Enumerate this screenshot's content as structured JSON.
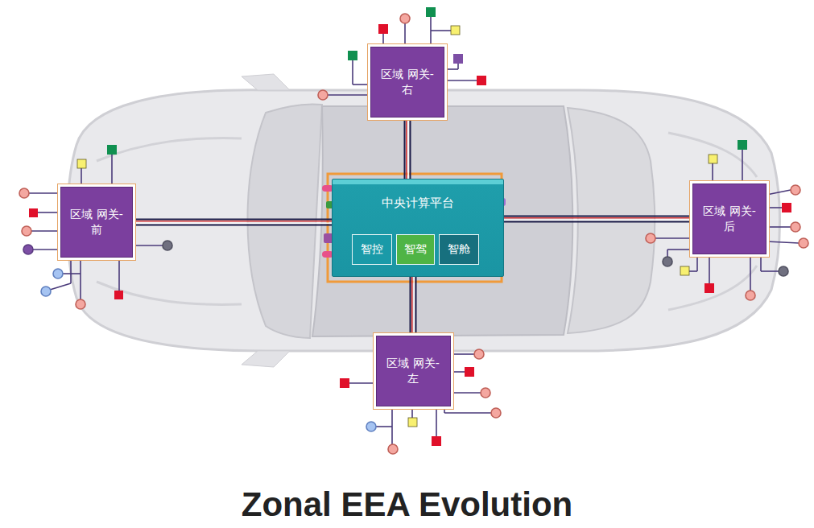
{
  "diagram": {
    "title": "Zonal EEA Evolution",
    "nodes": [
      {
        "text": [
          "区域 网关-右"
        ]
      },
      {
        "text": [
          "区域 网关-前"
        ]
      },
      {
        "text": [
          "中央计算平台"
        ]
      },
      {
        "text": [
          "智控"
        ],
        "in": 2
      },
      {
        "text": [
          "智驾"
        ],
        "in": 2
      },
      {
        "text": [
          "智舱"
        ],
        "in": 2
      },
      {
        "text": [
          "区域 网关-后"
        ]
      },
      {
        "text": [
          "区域 网关-左"
        ]
      }
    ],
    "edges": [
      {
        "from": 2,
        "to": 0,
        "arrow": "none"
      },
      {
        "from": 2,
        "to": 1,
        "arrow": "none"
      },
      {
        "from": 2,
        "to": 6,
        "arrow": "none"
      },
      {
        "from": 2,
        "to": 7,
        "arrow": "none"
      }
    ]
  }
}
